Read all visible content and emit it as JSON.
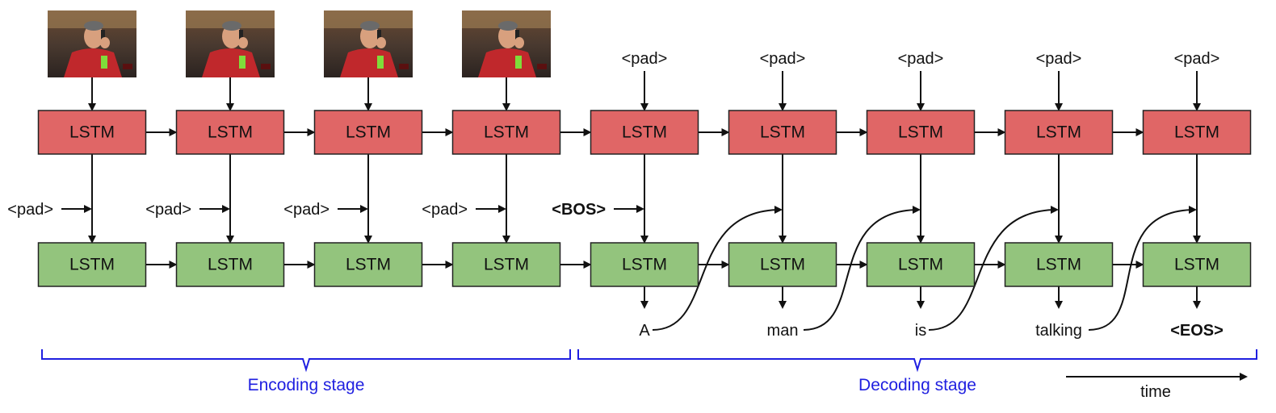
{
  "lstm_label": "LSTM",
  "frames": [
    {
      "icon": "man-on-phone-frame-1"
    },
    {
      "icon": "man-on-phone-frame-2"
    },
    {
      "icon": "man-on-phone-frame-3"
    },
    {
      "icon": "man-on-phone-frame-4"
    }
  ],
  "top_pad_tokens": [
    "<pad>",
    "<pad>",
    "<pad>",
    "<pad>",
    "<pad>"
  ],
  "middle_tokens": [
    "<pad>",
    "<pad>",
    "<pad>",
    "<pad>",
    "<BOS>"
  ],
  "outputs": [
    "A",
    "man",
    "is",
    "talking",
    "<EOS>"
  ],
  "stages": {
    "encoding": "Encoding stage",
    "decoding": "Decoding stage"
  },
  "time_label": "time",
  "colors": {
    "top_lstm": "#e06666",
    "bottom_lstm": "#93c47d",
    "stage_brace": "#1f1fe0"
  }
}
